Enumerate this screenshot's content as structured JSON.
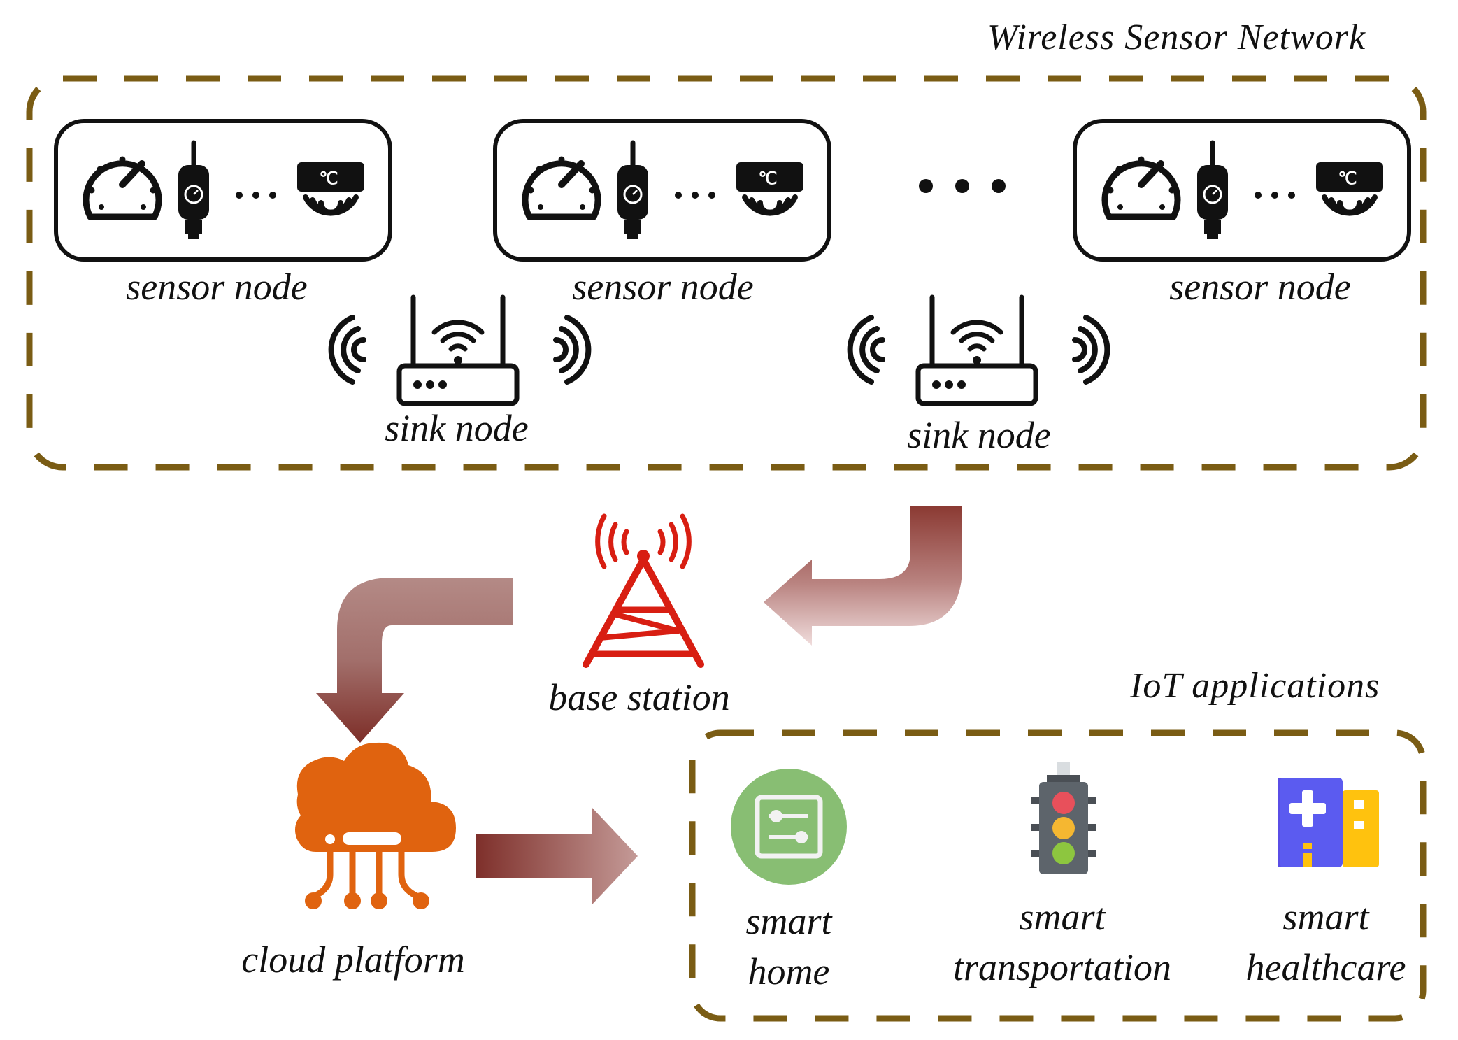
{
  "wsn": {
    "title": "Wireless Sensor Network",
    "sensor_node_label": "sensor node",
    "sink_node_label": "sink node",
    "border_color": "#7a5c14"
  },
  "sensor_nodes": [
    {
      "label": "sensor node",
      "icons": [
        "gauge-icon",
        "pressure-sensor-icon",
        "ellipsis-icon",
        "temperature-sensor-icon"
      ]
    },
    {
      "label": "sensor node",
      "icons": [
        "gauge-icon",
        "pressure-sensor-icon",
        "ellipsis-icon",
        "temperature-sensor-icon"
      ]
    },
    {
      "label": "sensor node",
      "icons": [
        "gauge-icon",
        "pressure-sensor-icon",
        "ellipsis-icon",
        "temperature-sensor-icon"
      ]
    }
  ],
  "sink_nodes": [
    {
      "label": "sink node",
      "icon": "router-icon"
    },
    {
      "label": "sink node",
      "icon": "router-icon"
    }
  ],
  "temp_unit": "℃",
  "base_station": {
    "label": "base station",
    "icon": "cell-tower-icon",
    "color": "#d81e12"
  },
  "cloud": {
    "label": "cloud platform",
    "icon": "cloud-platform-icon",
    "color": "#e0630f"
  },
  "iot": {
    "title": "IoT applications",
    "apps": [
      {
        "line1": "smart",
        "line2": "home",
        "icon": "smart-home-icon"
      },
      {
        "line1": "smart",
        "line2": "transportation",
        "icon": "traffic-light-icon"
      },
      {
        "line1": "smart",
        "line2": "healthcare",
        "icon": "hospital-icon"
      }
    ]
  },
  "arrow_color": "#8b3a33"
}
